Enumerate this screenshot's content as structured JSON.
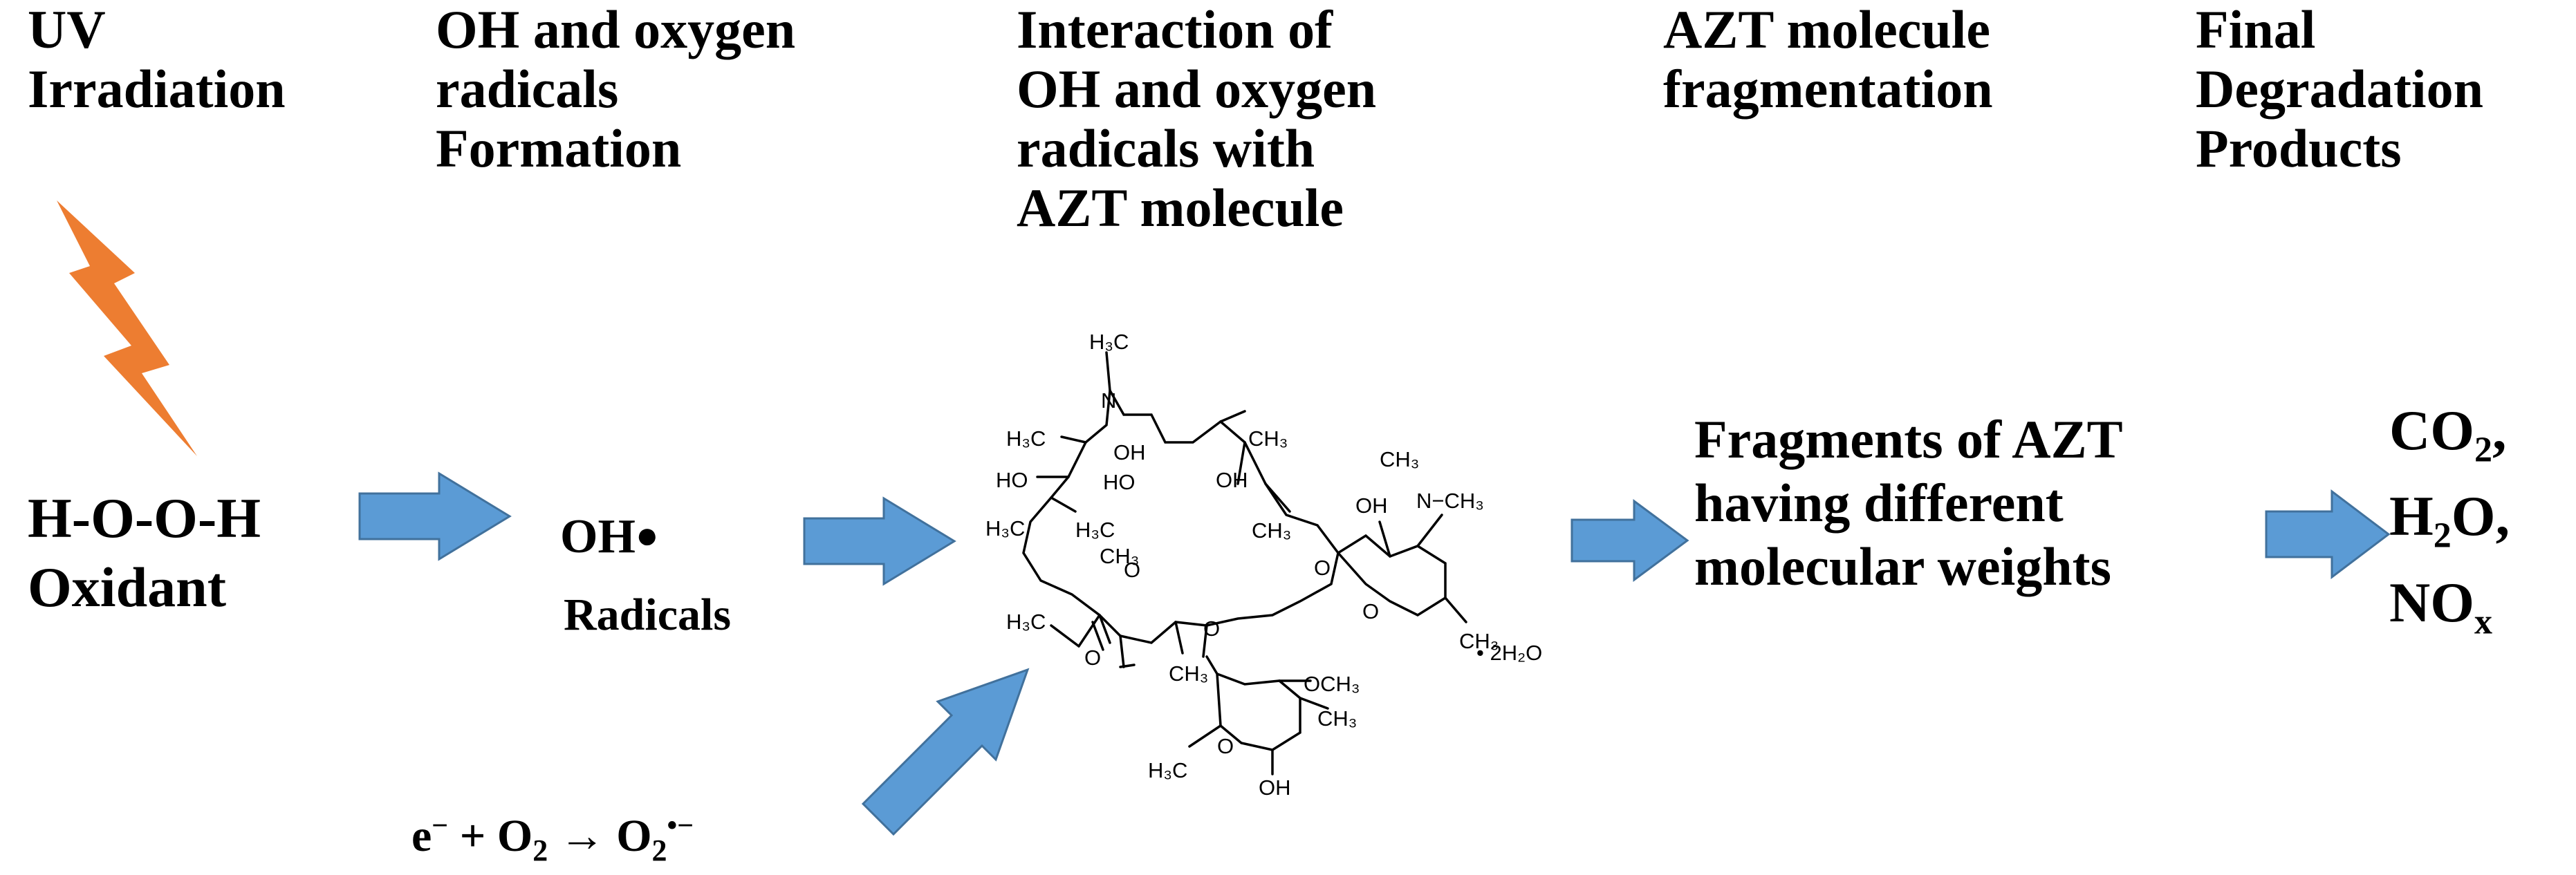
{
  "headers": {
    "uv": "UV\nIrradiation",
    "radical_formation": "OH and oxygen\nradicals\nFormation",
    "interaction": "Interaction of\nOH and oxygen\nradicals with\nAZT molecule",
    "fragmentation": "AZT molecule\nfragmentation",
    "final": "Final\nDegradation\nProducts"
  },
  "oxidant": "H-O-O-H\nOxidant",
  "oh_radical": {
    "symbol": "OH",
    "bullet": "●",
    "caption": "Radicals"
  },
  "superoxide": {
    "e": "e",
    "minus": "−",
    "plus": " + O",
    "two": "2",
    "arrow": " → O",
    "two2": "2",
    "charge": "•−"
  },
  "fragments": "Fragments of AZT\nhaving different\nmolecular weights",
  "products": {
    "co": "CO",
    "co_sub": "2",
    "co_tail": ",",
    "h": "H",
    "h_sub": "2",
    "h_tail": "O,",
    "no": "NO",
    "no_sub": "x"
  },
  "structure_labels": {
    "h3c_top": "H₃C",
    "n_ring": "N",
    "h3c_left": "H₃C",
    "oh_1": "OH",
    "ch3_1": "CH₃",
    "ho_1": "HO",
    "h3c_2": "H₃C",
    "ho_2": "HO",
    "h3c_3": "H₃C",
    "oh_2": "OH",
    "ch3_2": "CH₃",
    "o_ring1": "O",
    "o_ring2": "O",
    "h3c_4": "H₃C",
    "o_carb": "O",
    "ch3_3": "CH₃",
    "ch3_4": "CH₃",
    "n_amine": "N−CH₃",
    "oh_3": "OH",
    "o_sugar": "O",
    "ch3_5": "CH₃",
    "o_link": "O",
    "och3": "OCH₃",
    "ch3_6": "CH₃",
    "o_sugar2": "O",
    "h3c_5": "H₃C",
    "oh_4": "OH",
    "ch3_7": "CH₃",
    "water": "• 2H₂O"
  },
  "colors": {
    "arrow_blue": "#5b9bd5",
    "arrow_blue_edge": "#41719c",
    "lightning_orange": "#ed7d31"
  }
}
